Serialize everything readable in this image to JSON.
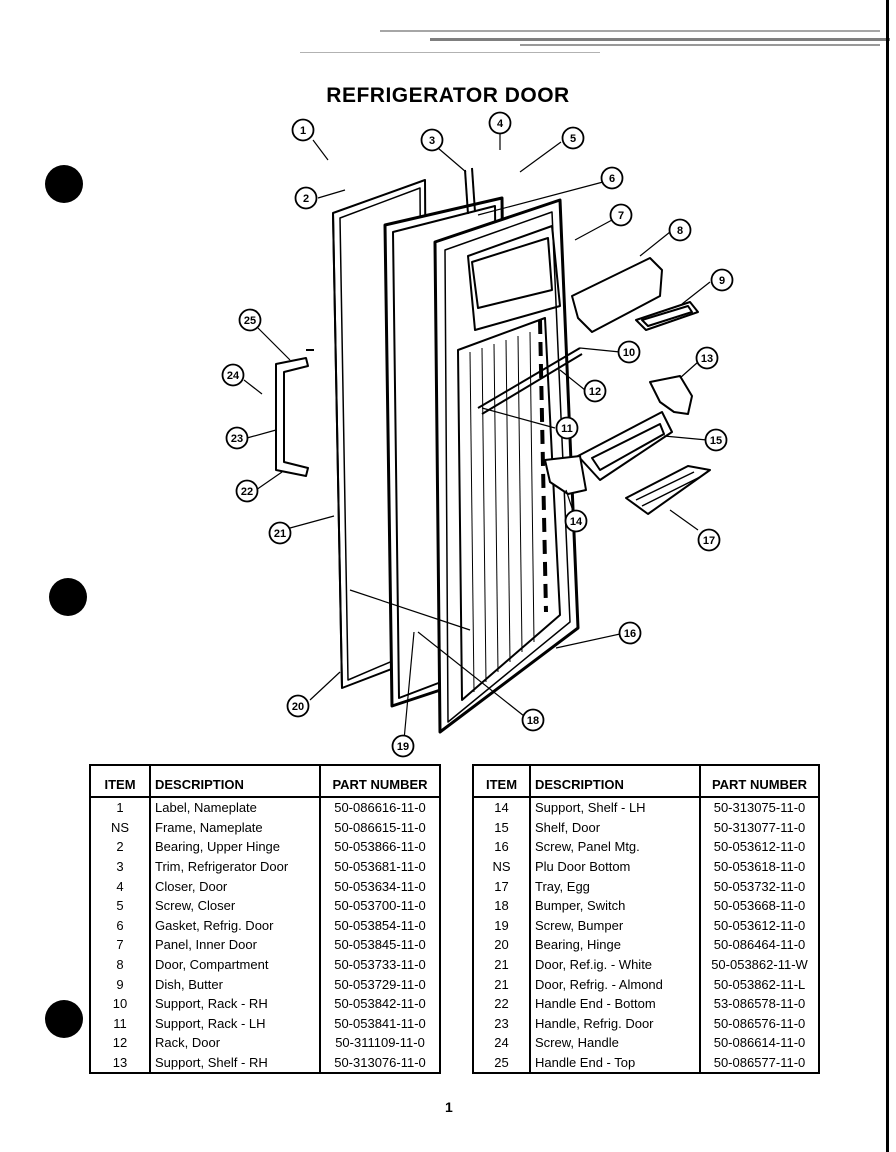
{
  "title": "REFRIGERATOR DOOR",
  "page_number": "1",
  "callouts": [
    "1",
    "2",
    "3",
    "4",
    "5",
    "6",
    "7",
    "8",
    "9",
    "10",
    "11",
    "12",
    "13",
    "14",
    "15",
    "16",
    "17",
    "18",
    "19",
    "20",
    "21",
    "22",
    "23",
    "24",
    "25"
  ],
  "table_headers": {
    "item": "ITEM",
    "description": "DESCRIPTION",
    "part_number": "PART NUMBER"
  },
  "left_rows": [
    {
      "item": "1",
      "description": "Label, Nameplate",
      "part": "50-086616-11-0"
    },
    {
      "item": "NS",
      "description": "Frame, Nameplate",
      "part": "50-086615-11-0"
    },
    {
      "item": "2",
      "description": "Bearing, Upper Hinge",
      "part": "50-053866-11-0"
    },
    {
      "item": "3",
      "description": "Trim, Refrigerator Door",
      "part": "50-053681-11-0"
    },
    {
      "item": "4",
      "description": "Closer, Door",
      "part": "50-053634-11-0"
    },
    {
      "item": "5",
      "description": "Screw, Closer",
      "part": "50-053700-11-0"
    },
    {
      "item": "6",
      "description": "Gasket, Refrig. Door",
      "part": "50-053854-11-0"
    },
    {
      "item": "7",
      "description": "Panel, Inner Door",
      "part": "50-053845-11-0"
    },
    {
      "item": "8",
      "description": "Door, Compartment",
      "part": "50-053733-11-0"
    },
    {
      "item": "9",
      "description": "Dish, Butter",
      "part": "50-053729-11-0"
    },
    {
      "item": "10",
      "description": "Support, Rack - RH",
      "part": "50-053842-11-0"
    },
    {
      "item": "11",
      "description": "Support, Rack - LH",
      "part": "50-053841-11-0"
    },
    {
      "item": "12",
      "description": "Rack, Door",
      "part": "50-311109-11-0"
    },
    {
      "item": "13",
      "description": "Support, Shelf - RH",
      "part": "50-313076-11-0"
    }
  ],
  "right_rows": [
    {
      "item": "14",
      "description": "Support, Shelf - LH",
      "part": "50-313075-11-0"
    },
    {
      "item": "15",
      "description": "Shelf, Door",
      "part": "50-313077-11-0"
    },
    {
      "item": "16",
      "description": "Screw, Panel Mtg.",
      "part": "50-053612-11-0"
    },
    {
      "item": "NS",
      "description": "Plu   Door Bottom",
      "part": "50-053618-11-0"
    },
    {
      "item": "17",
      "description": "Tray, Egg",
      "part": "50-053732-11-0"
    },
    {
      "item": "18",
      "description": "Bumper, Switch",
      "part": "50-053668-11-0"
    },
    {
      "item": "19",
      "description": "Screw, Bumper",
      "part": "50-053612-11-0"
    },
    {
      "item": "20",
      "description": "Bearing, Hinge",
      "part": "50-086464-11-0"
    },
    {
      "item": "21",
      "description": "Door, Ref.ig. - White",
      "part": "50-053862-11-W"
    },
    {
      "item": "21",
      "description": "Door, Refrig. - Almond",
      "part": "50-053862-11-L"
    },
    {
      "item": "22",
      "description": "Handle End - Bottom",
      "part": "53-086578-11-0"
    },
    {
      "item": "23",
      "description": "Handle, Refrig. Door",
      "part": "50-086576-11-0"
    },
    {
      "item": "24",
      "description": "Screw, Handle",
      "part": "50-086614-11-0"
    },
    {
      "item": "25",
      "description": "Handle End - Top",
      "part": "50-086577-11-0"
    }
  ]
}
